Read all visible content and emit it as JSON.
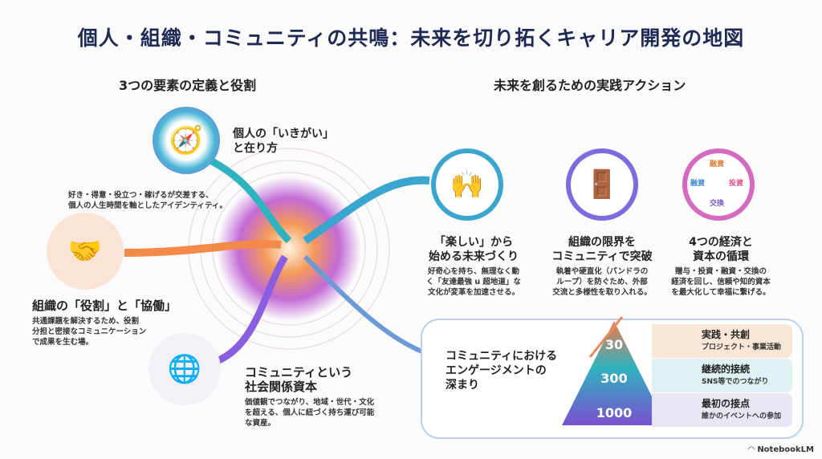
{
  "title": "個人・組織・コミュニティの共鳴：未来を切り拓くキャリア開発の地図",
  "left": {
    "heading": "3つの要素の定義と役割",
    "individual": {
      "title_1": "個人の「いきがい」",
      "title_2": "と在り方",
      "desc_1": "好き・得意・役立つ・稼げるが交差する、",
      "desc_2": "個人の人生時間を軸としたアイデンティティ。"
    },
    "organization": {
      "title": "組織の「役割」と「協働」",
      "desc_1": "共通課題を解決するため、役割",
      "desc_2": "分担と密接なコミュニケーション",
      "desc_3": "で成果を生む場。"
    },
    "community": {
      "title_1": "コミュニティという",
      "title_2": "社会関係資本",
      "desc_1": "価値観でつながり、地域・世代・文化",
      "desc_2": "を超える、個人に紐づく持ち運び可能",
      "desc_3": "な資産。"
    }
  },
  "right": {
    "heading": "未来を創るための実践アクション",
    "actions": [
      {
        "title_1": "「楽しい」から",
        "title_2": "始める未来づくり",
        "desc_1": "好奇心を持ち、無理なく動",
        "desc_2": "く「友達最強 u 超地道」な",
        "desc_3": "文化が変革を加速させる。"
      },
      {
        "title_1": "組織の限界を",
        "title_2": "コミュニティで突破",
        "desc_1": "執着や硬直化（パンドラの",
        "desc_2": "ループ）を防ぐため、外部",
        "desc_3": "交流と多様性を取り入れる。"
      },
      {
        "title_1": "4つの経済と",
        "title_2": "資本の循環",
        "desc_1": "贈与・投資・融資・交換の",
        "desc_2": "経済を回し、信頼や知的資本",
        "desc_3": "を最大化して幸福に繋げる。"
      }
    ],
    "cycle_labels": [
      "融資",
      "投資",
      "交換",
      "融資"
    ],
    "engagement": {
      "title_1": "コミュニティにおける",
      "title_2": "エンゲージメントの",
      "title_3": "深まり",
      "tiers": [
        {
          "number": "30",
          "label": "実践・共創",
          "sub": "プロジェクト・事業活動",
          "color": "#f8e6d6"
        },
        {
          "number": "300",
          "label": "継続的接続",
          "sub": "SNS等でのつながり",
          "color": "#dff1f2"
        },
        {
          "number": "1000",
          "label": "最初の接点",
          "sub": "誰かのイベントへの参加",
          "color": "#e8e6f3"
        }
      ]
    }
  },
  "brand": "NotebookLM"
}
